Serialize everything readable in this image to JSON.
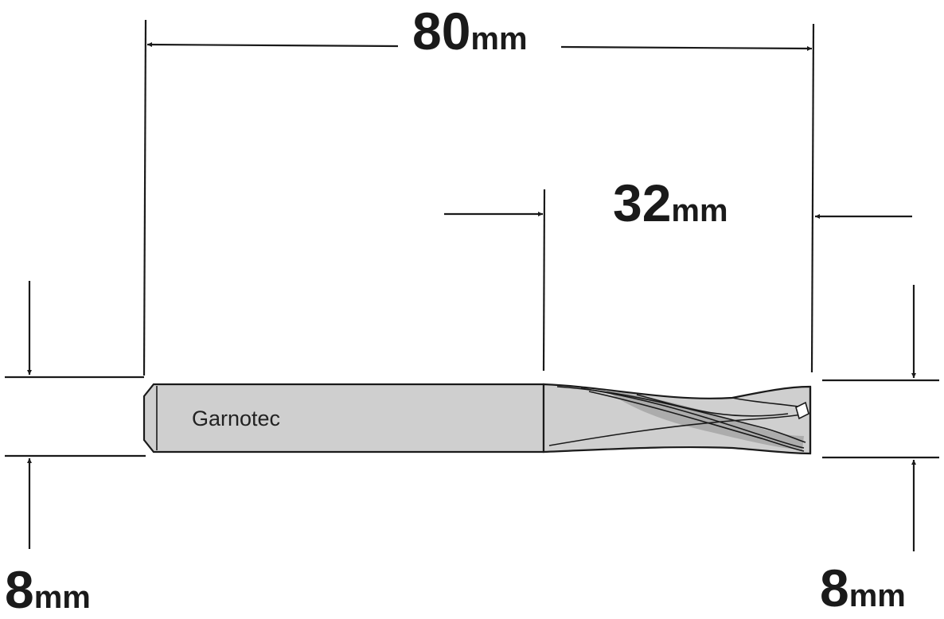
{
  "dimensions": {
    "overall_length": {
      "value": "80",
      "unit": "mm"
    },
    "cutting_length": {
      "value": "32",
      "unit": "mm"
    },
    "shank_diameter": {
      "value": "8",
      "unit": "mm"
    },
    "cutting_diameter": {
      "value": "8",
      "unit": "mm"
    }
  },
  "tool": {
    "brand": "Garnotec"
  },
  "colors": {
    "line": "#1a1a1a",
    "body": "#cfcfcf",
    "flute_shadow": "#8f8f8f",
    "background": "#ffffff"
  }
}
